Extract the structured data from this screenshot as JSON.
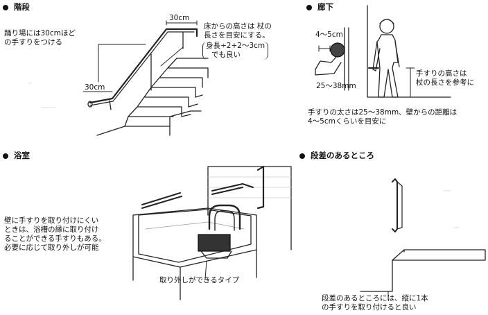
{
  "sections": {
    "stairs": {
      "heading": "階段",
      "note_landing": [
        "踊り場には30cmほど",
        "の手すりをつける"
      ],
      "dim_top": "30cm",
      "dim_bottom": "30cm",
      "note_height": [
        "床からの高さは 杖の",
        "長さを目安にする。"
      ],
      "note_formula": [
        "身長÷2+2～3cm",
        "でも良い"
      ]
    },
    "hallway": {
      "heading": "廊下",
      "dim_gap": "4～5cm",
      "dim_dia": "25～38mm",
      "note_height": [
        "手すりの高さは",
        "杖の長さを参考に"
      ],
      "note_thickness": [
        "手すりの太さは25～38mm、壁からの距離は",
        "4～5cmくらいを目安に"
      ]
    },
    "bathroom": {
      "heading": "浴室",
      "note_wall": [
        "壁に手すりを取り付けにくい",
        "ときは、浴槽の縁に取り付け",
        "ることができる手すりもある。",
        "必要に応じて取り外しが可能"
      ],
      "caption": "取り外しができるタイプ"
    },
    "step": {
      "heading": "段差のあるところ",
      "note": [
        "段差のあるところには、縦に1本",
        "の手すりを取り付けると良い"
      ]
    }
  },
  "icons": [
    "bullet-dot-icon"
  ]
}
